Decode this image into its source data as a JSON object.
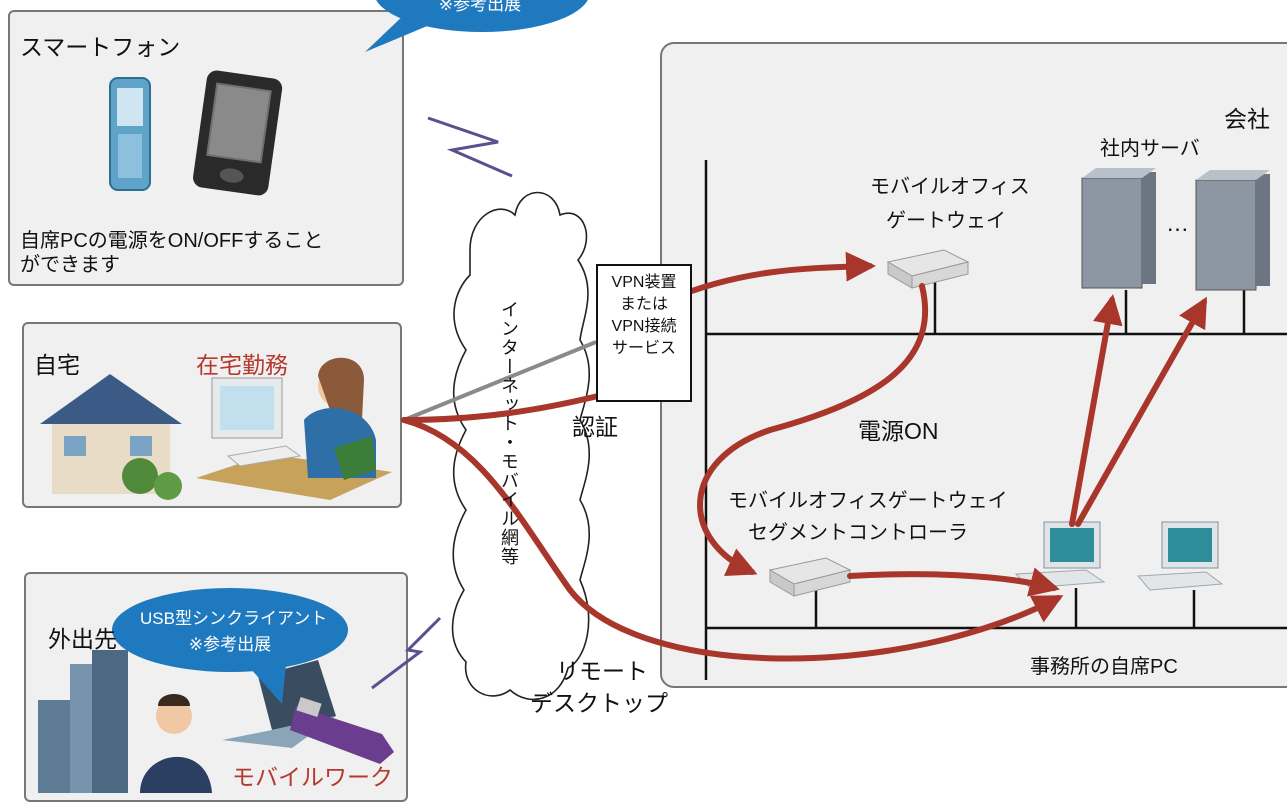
{
  "smartphone": {
    "title": "スマートフォン",
    "desc_line1": "自席PCの電源をON/OFFすること",
    "desc_line2": "ができます",
    "bubble": "※参考出展"
  },
  "home": {
    "title": "自宅",
    "work_label": "在宅勤務"
  },
  "outside": {
    "title": "外出先",
    "bubble_line1": "USB型シンクライアント",
    "bubble_line2": "※参考出展",
    "work_label": "モバイルワーク"
  },
  "network": {
    "cloud_label": "インターネット・モバイル網等",
    "vpn_line1": "VPN装置",
    "vpn_line2": "または",
    "vpn_line3": "VPN接続",
    "vpn_line4": "サービス",
    "auth_label": "認証",
    "remote_line1": "リモート",
    "remote_line2": "デスクトップ"
  },
  "office": {
    "title": "会社",
    "servers_label": "社内サーバ",
    "ellipsis": "…",
    "gateway_line1": "モバイルオフィス",
    "gateway_line2": "ゲートウェイ",
    "power_on": "電源ON",
    "segment_line1": "モバイルオフィスゲートウェイ",
    "segment_line2": "セグメントコントローラ",
    "own_pc_label": "事務所の自席PC"
  },
  "colors": {
    "arrow": "#a8362b",
    "panel_bg": "#f0f0f0",
    "bubble": "#1f79bf"
  }
}
